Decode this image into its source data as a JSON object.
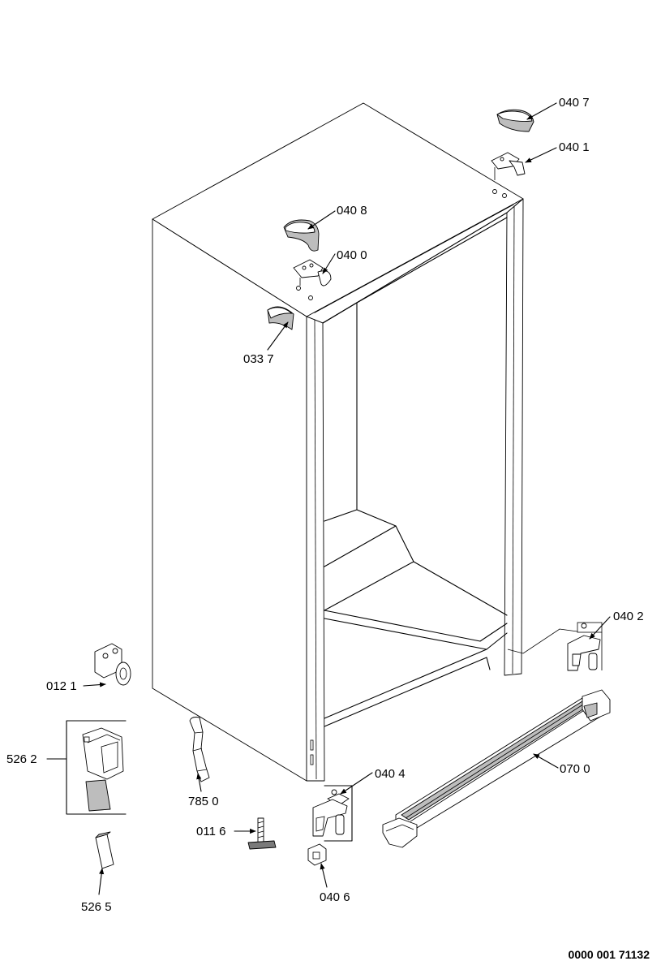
{
  "callouts": {
    "c0407": "040 7",
    "c0401": "040 1",
    "c0408": "040 8",
    "c0400": "040 0",
    "c0337": "033 7",
    "c0402": "040 2",
    "c0121": "012 1",
    "c5262": "526 2",
    "c7850": "785 0",
    "c0404": "040 4",
    "c0700": "070 0",
    "c0116": "011 6",
    "c0406": "040 6",
    "c5265": "526 5"
  },
  "document_number": "0000 001 71132"
}
